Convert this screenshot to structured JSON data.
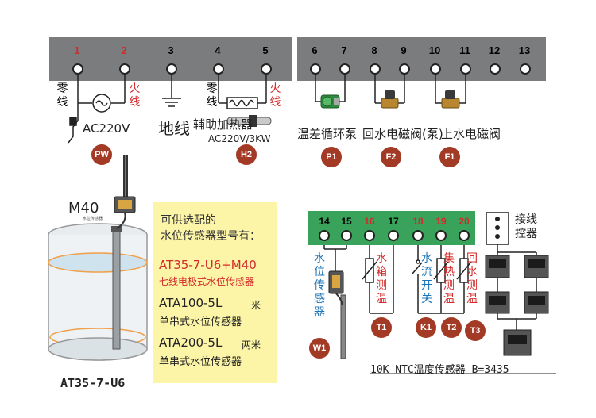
{
  "top_terminals": {
    "group1": [
      {
        "num": "1",
        "color": "#d42a2a"
      },
      {
        "num": "2",
        "color": "#d42a2a"
      },
      {
        "num": "3",
        "color": "#222222"
      },
      {
        "num": "4",
        "color": "#222222"
      },
      {
        "num": "5",
        "color": "#222222"
      }
    ],
    "group2": [
      {
        "num": "6",
        "color": "#222222"
      },
      {
        "num": "7",
        "color": "#222222"
      },
      {
        "num": "8",
        "color": "#222222"
      },
      {
        "num": "9",
        "color": "#222222"
      },
      {
        "num": "10",
        "color": "#222222"
      },
      {
        "num": "11",
        "color": "#222222"
      },
      {
        "num": "12",
        "color": "#222222"
      },
      {
        "num": "13",
        "color": "#222222"
      }
    ]
  },
  "power": {
    "neutral": "零线",
    "live": "火线",
    "voltage": "AC220V",
    "badge": "PW"
  },
  "ground": {
    "label": "地线"
  },
  "heater": {
    "neutral": "零线",
    "live": "火线",
    "name": "辅助加热器",
    "spec": "AC220V/3KW",
    "badge": "H2"
  },
  "pump": {
    "name": "温差循环泵",
    "badge": "P1"
  },
  "return_valve": {
    "name": "回水电磁阀(泵)",
    "badge": "F2"
  },
  "inlet_valve": {
    "name": "上水电磁阀",
    "badge": "F1"
  },
  "sensor_model": {
    "name": "M40",
    "sub": "水位传感器"
  },
  "tank_label": "AT35-7-U6",
  "options": {
    "intro_line1": "可供选配的",
    "intro_line2": "水位传感器型号有：",
    "opt1_model": "AT35-7-U6+M40",
    "opt1_desc": "七线电极式水位传感器",
    "opt2_model": "ATA100-5L",
    "opt2_suffix": "一米",
    "opt2_desc": "单串式水位传感器",
    "opt3_model": "ATA200-5L",
    "opt3_suffix": "两米",
    "opt3_desc": "单串式水位传感器"
  },
  "bottom_terminals": [
    {
      "num": "14",
      "color": "#222222"
    },
    {
      "num": "15",
      "color": "#222222"
    },
    {
      "num": "16",
      "color": "#d42a2a"
    },
    {
      "num": "17",
      "color": "#222222"
    },
    {
      "num": "18",
      "color": "#d42a2a"
    },
    {
      "num": "19",
      "color": "#d42a2a"
    },
    {
      "num": "20",
      "color": "#d42a2a"
    }
  ],
  "water_sensor": {
    "text": [
      "水",
      "位",
      "传",
      "感",
      "器"
    ],
    "badge": "W1"
  },
  "t1": {
    "text": [
      "水",
      "箱",
      "测",
      "温"
    ],
    "badge": "T1"
  },
  "k1": {
    "text": [
      "水",
      "流",
      "开",
      "关"
    ],
    "badge": "K1"
  },
  "t2": {
    "text": [
      "集",
      "热",
      "测",
      "温"
    ],
    "badge": "T2"
  },
  "t3": {
    "text": [
      "回",
      "水",
      "测",
      "温"
    ],
    "badge": "T3"
  },
  "ntc_note": "10K NTC温度传感器 B=3435",
  "controller": {
    "label_line1": "接线",
    "label_line2": "控器"
  },
  "colors": {
    "panel": "#7b7c7e",
    "green_panel": "#3aa35b",
    "badge": "#a23a25",
    "note_bg": "#fcf4a6",
    "red": "#d42a2a",
    "blue": "#1c74b8"
  }
}
